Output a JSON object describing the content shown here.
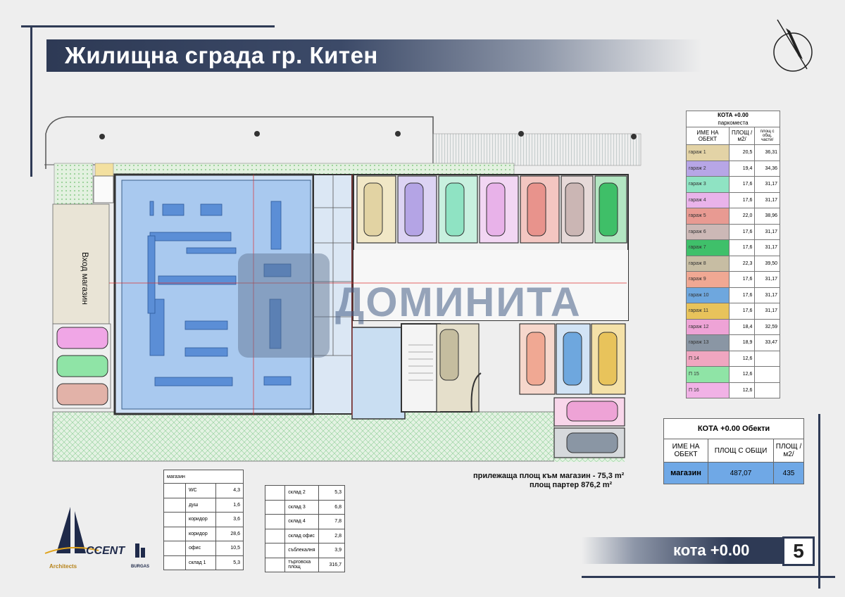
{
  "header": {
    "title": "Жилищна сграда гр. Китен"
  },
  "plan": {
    "entrance_label": "Вход магазин",
    "watermark": "ДОМИНИТА"
  },
  "parking_table": {
    "title": "КОТА +0.00",
    "subtitle": "паркоместа",
    "columns": [
      "ИМЕ НА ОБЕКТ",
      "ПЛОЩ /м2/",
      "площ с общ. части/"
    ],
    "rows": [
      {
        "name": "гараж 1",
        "area": "20,5",
        "total": "36,31",
        "color": "#e3d3a6"
      },
      {
        "name": "гараж 2",
        "area": "19,4",
        "total": "34,36",
        "color": "#b7a6e6"
      },
      {
        "name": "гараж 3",
        "area": "17,6",
        "total": "31,17",
        "color": "#8fe3c3"
      },
      {
        "name": "гараж 4",
        "area": "17,6",
        "total": "31,17",
        "color": "#e9b3ea"
      },
      {
        "name": "гараж 5",
        "area": "22,0",
        "total": "38,96",
        "color": "#e89a92"
      },
      {
        "name": "гараж 6",
        "area": "17,6",
        "total": "31,17",
        "color": "#ccb8b6"
      },
      {
        "name": "гараж 7",
        "area": "17,6",
        "total": "31,17",
        "color": "#3fc06a"
      },
      {
        "name": "гараж 8",
        "area": "22,3",
        "total": "39,50",
        "color": "#c7bda3"
      },
      {
        "name": "гараж 9",
        "area": "17,6",
        "total": "31,17",
        "color": "#f0a893"
      },
      {
        "name": "гараж 10",
        "area": "17,6",
        "total": "31,17",
        "color": "#6ea7de"
      },
      {
        "name": "гараж 11",
        "area": "17,6",
        "total": "31,17",
        "color": "#e8c35b"
      },
      {
        "name": "гараж 12",
        "area": "18,4",
        "total": "32,59",
        "color": "#eea3d6"
      },
      {
        "name": "гараж 13",
        "area": "18,9",
        "total": "33,47",
        "color": "#8a96a4"
      },
      {
        "name": "П 14",
        "area": "12,6",
        "total": "",
        "color": "#f0a6c0"
      },
      {
        "name": "П 15",
        "area": "12,6",
        "total": "",
        "color": "#8fe4a6"
      },
      {
        "name": "П 16",
        "area": "12,6",
        "total": "",
        "color": "#f1b2e6"
      }
    ]
  },
  "objects_table": {
    "title": "КОТА +0.00 Обекти",
    "columns": [
      "ИМЕ НА ОБЕКТ",
      "ПЛОЩ С ОБЩИ",
      "ПЛОЩ /м2/"
    ],
    "rows": [
      {
        "name": "магазин",
        "total": "487,07",
        "area": "435"
      }
    ]
  },
  "area_notes": {
    "adjacent": "прилежаща площ към магазин - 75,3 m²",
    "ground": "площ партер 876,2 m²"
  },
  "shop_table_1": {
    "title": "магазин",
    "rows": [
      {
        "name": "WC",
        "value": "4,3"
      },
      {
        "name": "душ",
        "value": "1,6"
      },
      {
        "name": "коридор",
        "value": "3,6"
      },
      {
        "name": "коридор",
        "value": "28,6"
      },
      {
        "name": "офис",
        "value": "10,5"
      },
      {
        "name": "склад 1",
        "value": "5,3"
      }
    ]
  },
  "shop_table_2": {
    "rows": [
      {
        "name": "склад 2",
        "value": "5,3"
      },
      {
        "name": "склад 3",
        "value": "6,8"
      },
      {
        "name": "склад 4",
        "value": "7,8"
      },
      {
        "name": "склад офис",
        "value": "2,8"
      },
      {
        "name": "съблекалня",
        "value": "3,9"
      },
      {
        "name": "търговска площ",
        "value": "316,7"
      }
    ]
  },
  "logo": {
    "brand": "CCENT",
    "sub1": "Architects",
    "sub2": "BURGAS"
  },
  "footer": {
    "level": "кота +0.00",
    "page": "5"
  }
}
